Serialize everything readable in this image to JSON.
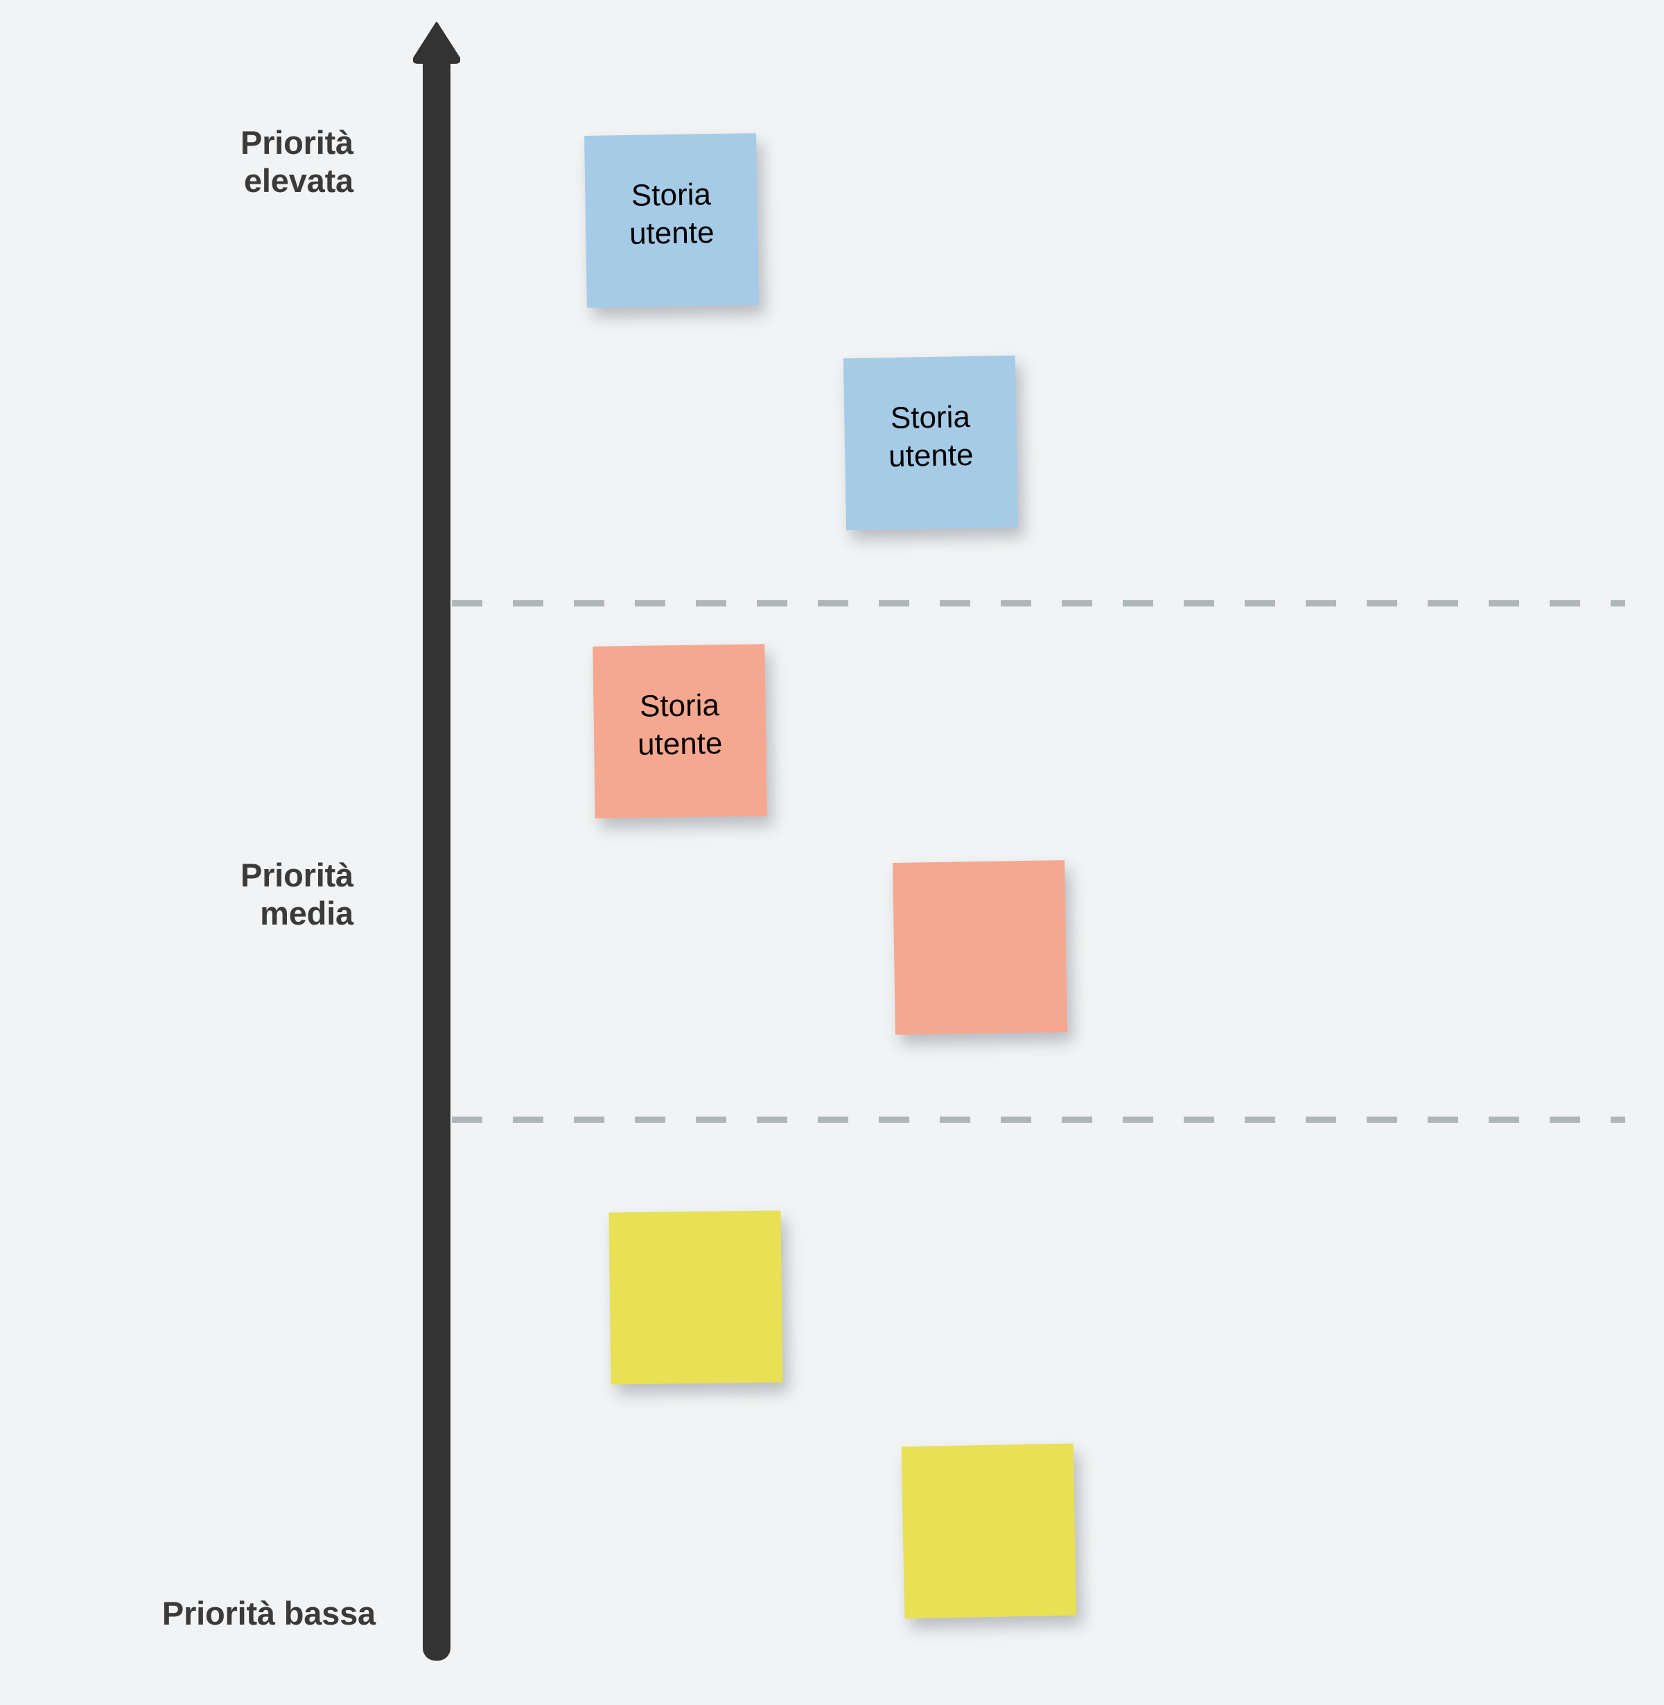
{
  "chart_data": {
    "type": "diagram",
    "title": "",
    "subtype": "priority-axis-sticky-note-board",
    "axis": {
      "orientation": "vertical",
      "direction": "up-increasing-priority",
      "color": "#333333",
      "arrow": "up-arrow-icon"
    },
    "bands": [
      {
        "id": "high",
        "label": "Priorità\nelevata",
        "note_count": 2,
        "note_color": "#a6cbe7"
      },
      {
        "id": "medium",
        "label": "Priorità\nmedia",
        "note_count": 2,
        "note_color": "#f5a88f"
      },
      {
        "id": "low",
        "label": "Priorità bassa",
        "note_count": 2,
        "note_color": "#e8e055"
      }
    ],
    "dividers": 2,
    "divider_style": "dashed",
    "divider_color": "#aeb6b9",
    "background_color": "#f1f3f4",
    "notes": [
      {
        "id": 1,
        "band": "high",
        "text": "Storia\nutente",
        "color": "#a6cbe7"
      },
      {
        "id": 2,
        "band": "high",
        "text": "Storia\nutente",
        "color": "#a6cbe7"
      },
      {
        "id": 3,
        "band": "medium",
        "text": "Storia\nutente",
        "color": "#f5a88f"
      },
      {
        "id": 4,
        "band": "medium",
        "text": "",
        "color": "#f5a88f"
      },
      {
        "id": 5,
        "band": "low",
        "text": "",
        "color": "#e8e055"
      },
      {
        "id": 6,
        "band": "low",
        "text": "",
        "color": "#e8e055"
      }
    ]
  },
  "axis": {
    "labels": {
      "high": "Priorità\nelevata",
      "medium": "Priorità\nmedia",
      "low": "Priorità bassa"
    },
    "arrow_icon": "up-arrow-icon"
  },
  "notes": [
    {
      "text": "Storia\nutente"
    },
    {
      "text": "Storia\nutente"
    },
    {
      "text": "Storia\nutente"
    },
    {
      "text": ""
    },
    {
      "text": ""
    },
    {
      "text": ""
    }
  ],
  "colors": {
    "background": "#f1f3f4",
    "axis": "#333333",
    "divider": "#aeb6b9",
    "label_text": "#3a3a3a",
    "note_text": "#000000",
    "note_high": "#a6cbe7",
    "note_medium": "#f5a88f",
    "note_low": "#e8e055"
  }
}
